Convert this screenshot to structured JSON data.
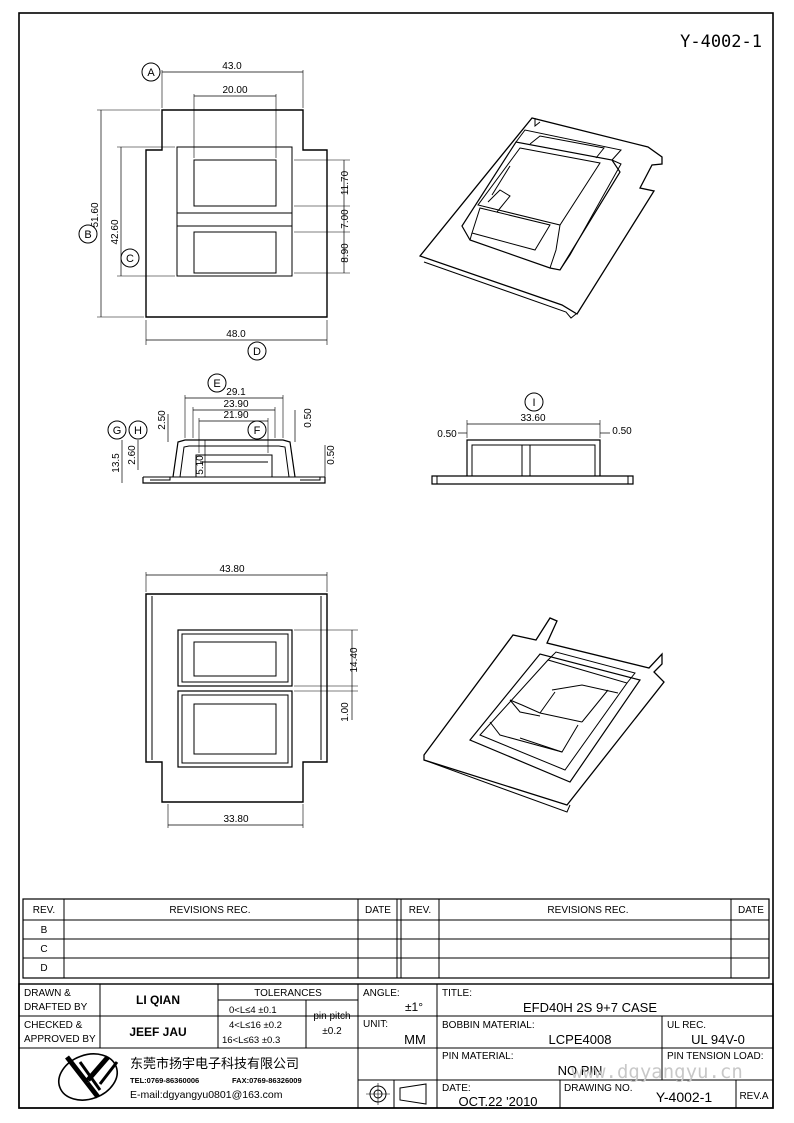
{
  "drawing_number_top": "Y-4002-1",
  "callouts": {
    "a": "A",
    "b": "B",
    "c": "C",
    "d": "D",
    "e": "E",
    "f": "F",
    "g": "G",
    "h": "H",
    "i": "I"
  },
  "top_view_dims": {
    "w_43": "43.0",
    "w_20": "20.00",
    "w_48": "48.0",
    "h_51": "51.60",
    "h_42": "42.60",
    "h_11": "11.70",
    "h_7": "7.00",
    "h_8": "8.90"
  },
  "side_view_dims": {
    "w_29": "29.1",
    "w_23": "23.90",
    "w_21": "21.90",
    "v_250": "2.50",
    "v_050a": "0.50",
    "v_050b": "0.50",
    "v_135": "13.5",
    "v_260": "2.60",
    "v_510": "5.10"
  },
  "end_view_dims": {
    "w_3360": "33.60",
    "left_050": "0.50",
    "right_050": "0.50"
  },
  "bottom_view_dims": {
    "w_4380": "43.80",
    "w_3380": "33.80",
    "h_1440": "14.40",
    "h_100": "1.00"
  },
  "title_block": {
    "rev_header": "REV.",
    "revisions_header": "REVISIONS   REC.",
    "date_header": "DATE",
    "rev_rows": [
      "B",
      "C",
      "D"
    ],
    "drawn_label": [
      "DRAWN &",
      "DRAFTED BY"
    ],
    "drawn_name": "LI QIAN",
    "checked_label": [
      "CHECKED &",
      "APPROVED BY"
    ],
    "checked_name": "JEEF JAU",
    "tolerances_label": "TOLERANCES",
    "tol_lines": [
      "0<L≤4    ±0.1",
      "4<L≤16  ±0.2",
      "16<L≤63  ±0.3"
    ],
    "pin_pitch": [
      "pin  pitch",
      "±0.2"
    ],
    "angle_label": "ANGLE:",
    "angle_value": "±1°",
    "unit_label": "UNIT:",
    "unit_value": "MM",
    "title_label": "TITLE:",
    "title_value": "EFD40H  2S  9+7  CASE",
    "bobbin_label": "BOBBIN MATERIAL:",
    "bobbin_value": "LCPE4008",
    "ul_label": "UL REC.",
    "ul_value": "UL 94V-0",
    "pin_material_label": "PIN MATERIAL:",
    "pin_material_value": "NO PIN",
    "pin_tension_label": "PIN TENSION LOAD:",
    "date_label": "DATE:",
    "date_value": "OCT.22 '2010",
    "drawing_no_label": "DRAWING NO.",
    "drawing_no_value": "Y-4002-1",
    "rev_a": "REV.A",
    "company_cn": "东莞市扬宇电子科技有限公司",
    "tel": "TEL:0769-86360006",
    "fax": "FAX:0769-86326009",
    "email": "E-mail:dgyangyu0801@163.com",
    "logo_letters": "YY",
    "watermark": "www.dgyangyu.cn"
  }
}
